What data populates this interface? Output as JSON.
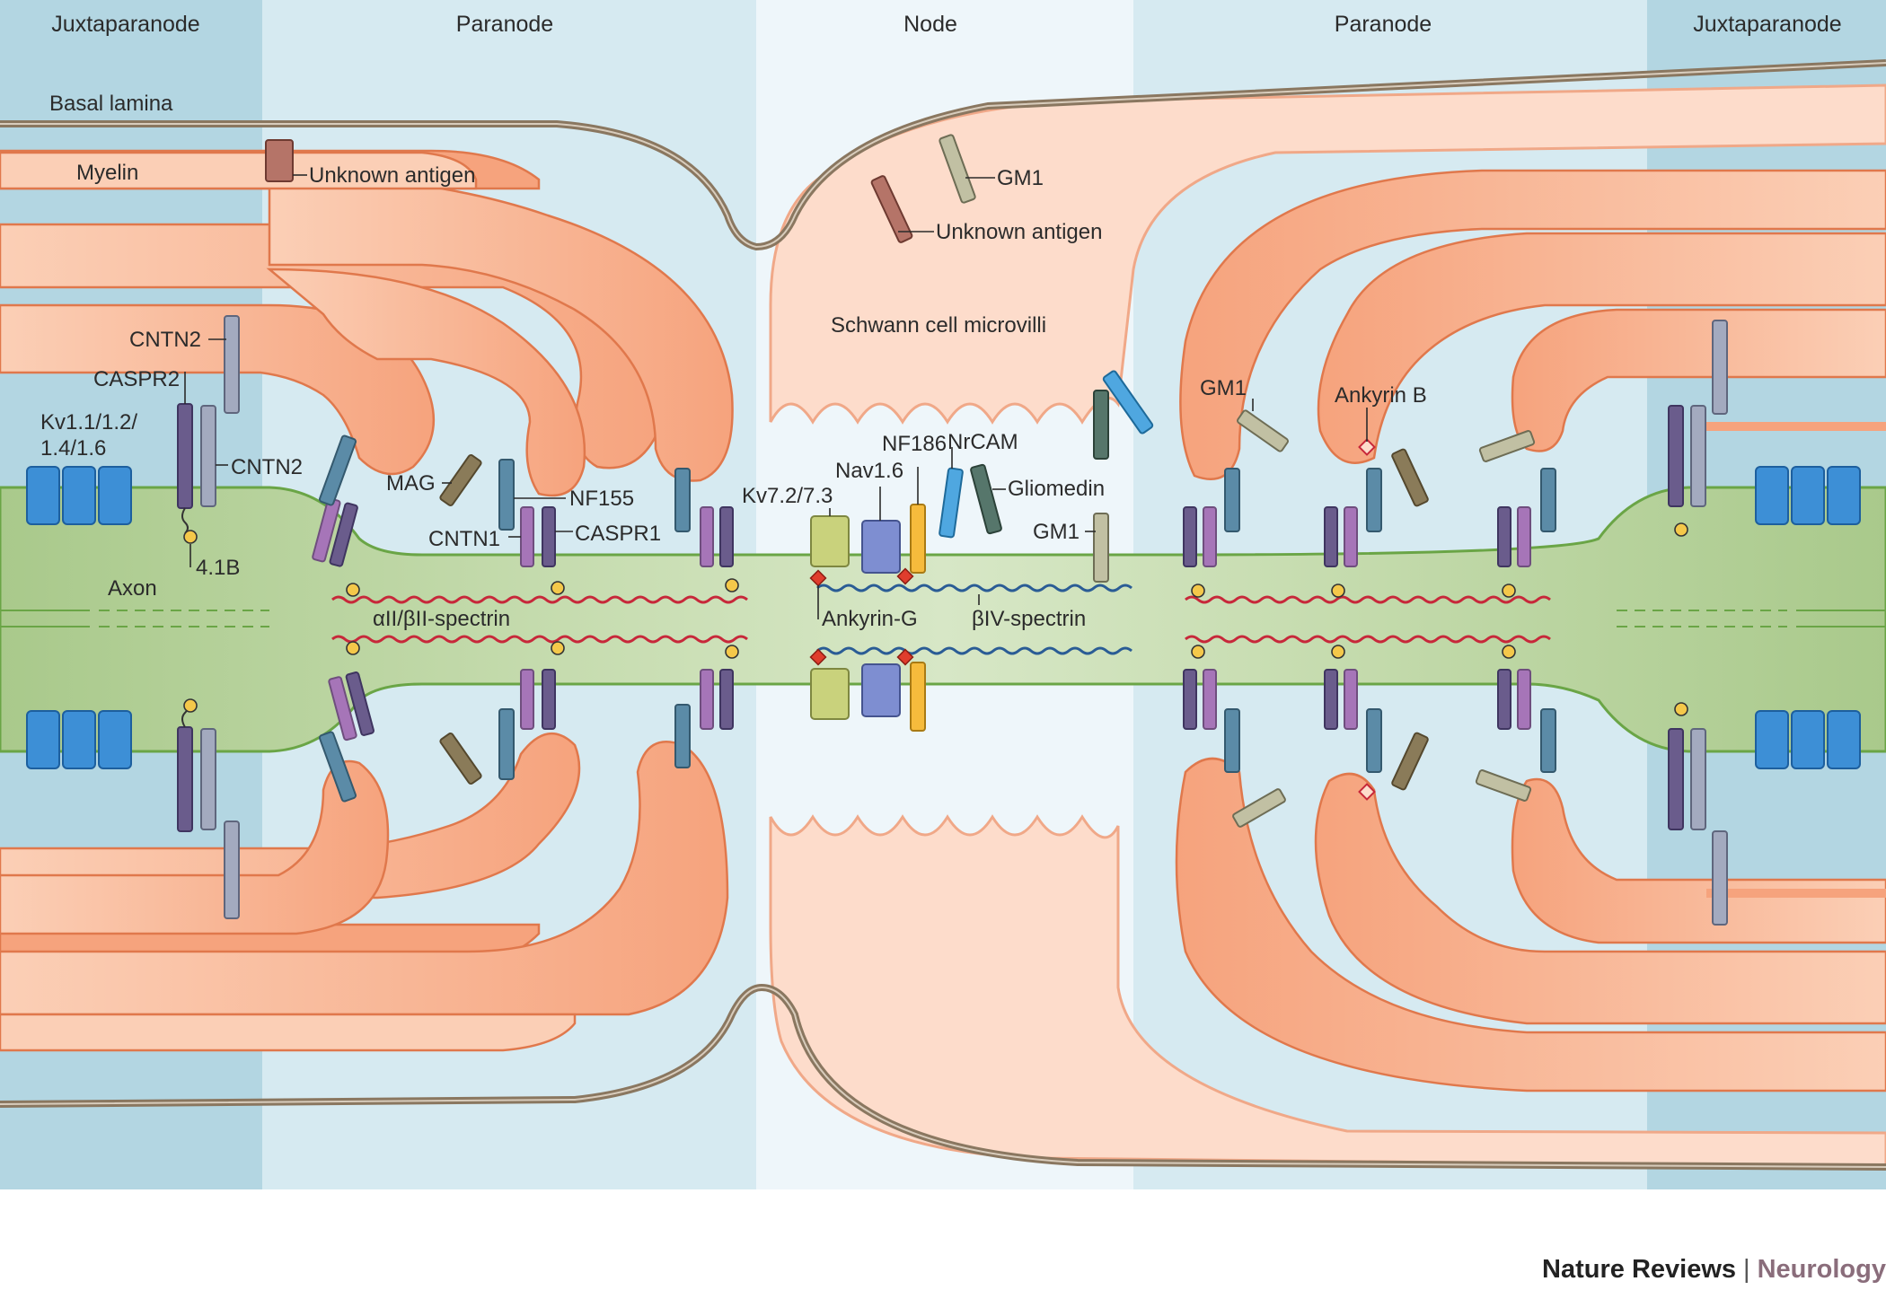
{
  "zones": {
    "left_juxtaparanode": "Juxtaparanode",
    "left_paranode": "Paranode",
    "node": "Node",
    "right_paranode": "Paranode",
    "right_juxtaparanode": "Juxtaparanode"
  },
  "labels": {
    "basal_lamina": "Basal lamina",
    "myelin": "Myelin",
    "unknown_antigen_paranode": "Unknown antigen",
    "gm1_node_top": "GM1",
    "unknown_antigen_node": "Unknown antigen",
    "schwann_microvilli": "Schwann cell microvilli",
    "cntn2_top": "CNTN2",
    "caspr2": "CASPR2",
    "kv1": "Kv1.1/1.2/",
    "kv1_line2": "1.4/1.6",
    "cntn2_mid": "CNTN2",
    "mag": "MAG",
    "nf155": "NF155",
    "cntn1": "CNTN1",
    "caspr1": "CASPR1",
    "protein_41b": "4.1B",
    "axon": "Axon",
    "spectrin_paranode": "αII/βII-spectrin",
    "nf186": "NF186",
    "nav16": "Nav1.6",
    "kv72": "Kv7.2/7.3",
    "nrcam": "NrCAM",
    "gliomedin": "Gliomedin",
    "gm1_node": "GM1",
    "ankyrin_g": "Ankyrin-G",
    "spectrin_node": "βIV-spectrin",
    "gm1_right": "GM1",
    "ankyrin_b": "Ankyrin B"
  },
  "credit": {
    "publisher": "Nature Reviews",
    "separator": "|",
    "journal": "Neurology"
  },
  "colors": {
    "juxta_bg": "#b3d6e2",
    "paranode_bg": "#d6eaf1",
    "node_bg": "#eef6fa",
    "myelin": "#f6a37d",
    "myelin_light": "#fddccb",
    "myelin_edge": "#e0784c",
    "axon": "#a9c98b",
    "axon_edge": "#6aa546",
    "basal_lamina": "#8a7760",
    "kv1_channel": "#3d8fd6",
    "caspr": "#6a5c8c",
    "nf155": "#5b8ba7",
    "cntn1": "#a675b8",
    "spectrin_red": "#c7283a",
    "spectrin_blue": "#2a5c95",
    "kv7": "#c9d27c",
    "nav": "#7e8ed1",
    "nf186": "#f6bb3c",
    "nrcam": "#4fa7e0",
    "gliomedin": "#56766b",
    "gm1": "#c1c0a3",
    "mag": "#8a7b59",
    "unknown_antigen": "#b57468",
    "ankyrin_g": "#e03d2d",
    "linker_yellow": "#f4c84a"
  }
}
